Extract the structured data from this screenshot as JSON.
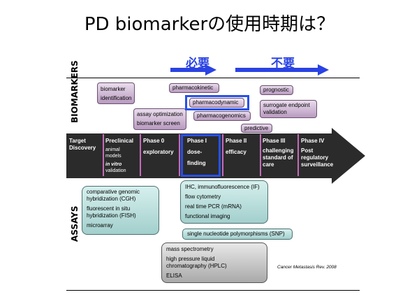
{
  "title": "PD biomarkerの使用時期は？",
  "needed_label": "必要",
  "not_needed_label": "不要",
  "section_labels": {
    "biomarkers": "BIOMARKERS",
    "assays": "ASSAYS"
  },
  "colors": {
    "accent_blue": "#2a43e3",
    "timeline": "#2b2b2b",
    "divider": "#c46bb9"
  },
  "biomarker_tags": {
    "identification": [
      "biomarker",
      "identification"
    ],
    "assay": [
      "assay optimization",
      "biomarker screen"
    ],
    "pk": "pharmacokinetic",
    "pd": "pharmacodynamic",
    "pg": "pharmacogenomics",
    "prognostic": "prognostic",
    "surrogate": [
      "surrogate endpoint",
      "validation"
    ],
    "predictive": "predictive"
  },
  "phases": [
    {
      "name": [
        "Target",
        "Discovery"
      ],
      "sub": []
    },
    {
      "name": [
        "Preclinical"
      ],
      "sub": [
        "animal",
        "models"
      ],
      "sub_italic": [
        "in vitro"
      ],
      "sub2": [
        "validation"
      ]
    },
    {
      "name": [
        "Phase 0",
        "exploratory"
      ],
      "sub": []
    },
    {
      "name": [
        "Phase I",
        "dose-",
        "finding"
      ],
      "sub": []
    },
    {
      "name": [
        "Phase II",
        "efficacy"
      ],
      "sub": []
    },
    {
      "name": [
        "Phase III",
        "challenging",
        "standard of",
        "care"
      ],
      "sub": []
    },
    {
      "name": [
        "Phase IV",
        "Post",
        "regulatory",
        "surveillance"
      ],
      "sub": []
    }
  ],
  "assays": {
    "genomic": [
      "comparative genomic",
      "hybridization (CGH)",
      "fluorescent in situ",
      "hybridization (FISH)",
      "microarray"
    ],
    "protein": [
      "IHC, immunofluorescence (IF)",
      "flow cytometry",
      "real time PCR (mRNA)",
      "functional imaging"
    ],
    "snp": "single nucleotide polymorphisms (SNP)",
    "ms": [
      "mass spectrometry",
      "high pressure liquid",
      "chromatography (HPLC)",
      "ELISA"
    ]
  },
  "citation": "Cancer Metastasis Rev. 2008"
}
